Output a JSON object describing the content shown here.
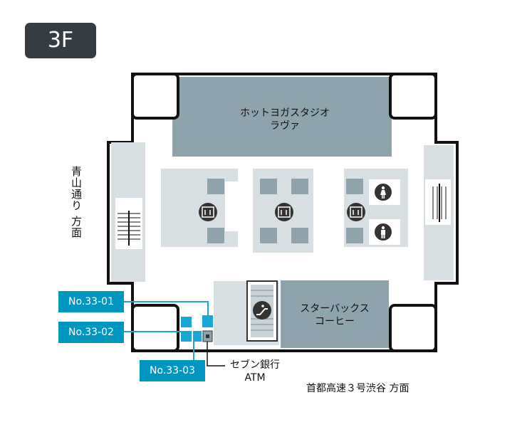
{
  "floor": {
    "label": "3F"
  },
  "direction_labels": {
    "aoyama": "青山通り 方面",
    "shuto": "首都高速３号渋谷 方面"
  },
  "shops": {
    "yoga": {
      "line1": "ホットヨガスタジオ",
      "line2": "ラヴァ"
    },
    "starbucks": {
      "line1": "スターバックス",
      "line2": "コーヒー"
    }
  },
  "atm": {
    "line1": "セブン銀行",
    "line2": "ATM"
  },
  "lockers": [
    "No.33-01",
    "No.33-02",
    "No.33-03"
  ],
  "icons": [
    "elevator-icon",
    "elevator-icon",
    "elevator-icon",
    "escalator-icon",
    "restroom-female-icon",
    "restroom-male-icon"
  ],
  "colors": {
    "badge": "#353d42",
    "shop": "#8fa3ad",
    "locker_tag": "#0096c2",
    "locker_box": "#1aa7d8",
    "corridor": "#d7dfe3"
  }
}
